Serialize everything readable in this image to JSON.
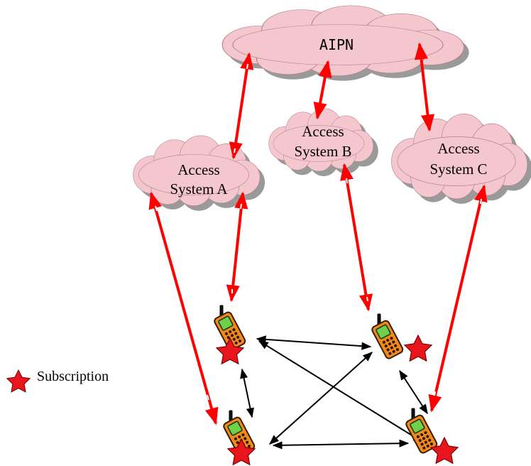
{
  "clouds": {
    "aipn": {
      "label": "AIPN"
    },
    "access_a": {
      "line1": "Access",
      "line2": "System A"
    },
    "access_b": {
      "line1": "Access",
      "line2": "System B"
    },
    "access_c": {
      "line1": "Access",
      "line2": "System C"
    }
  },
  "legend": {
    "label": "Subscription",
    "icon": "red-star-icon"
  },
  "terminals": [
    {
      "id": "terminal-top-left",
      "subscription": true
    },
    {
      "id": "terminal-top-right",
      "subscription": true
    },
    {
      "id": "terminal-bottom-left",
      "subscription": true
    },
    {
      "id": "terminal-bottom-right",
      "subscription": true
    }
  ],
  "colors": {
    "cloud_fill": "#f4c6cd",
    "cloud_shadow": "#9a9a9a",
    "link_red": "#ff0000",
    "peer_link": "#000000",
    "star_red": "#e8161c",
    "phone_body": "#f08a1c"
  }
}
